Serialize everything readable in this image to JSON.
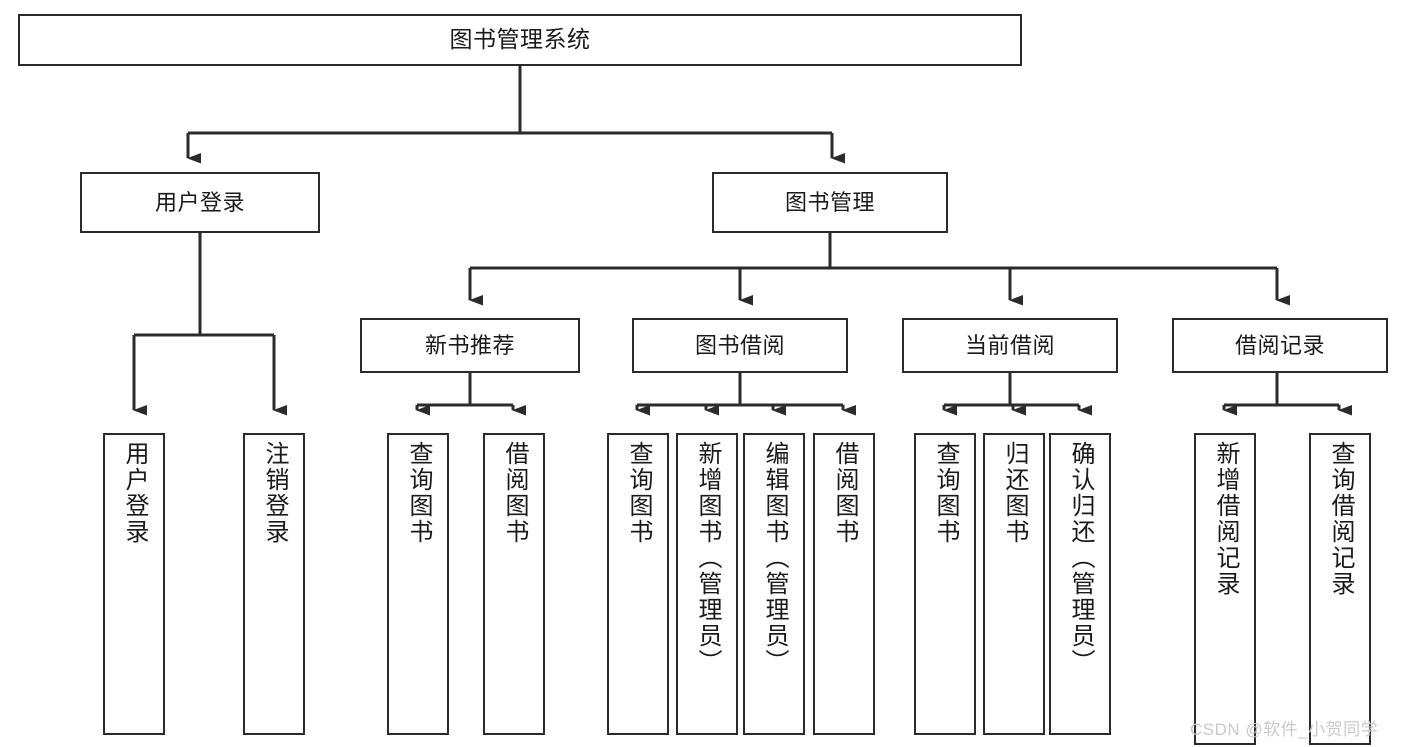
{
  "diagram": {
    "title": "图书管理系统",
    "type": "tree-hierarchy-diagram",
    "colors": {
      "stroke": "#2b2b2b",
      "fill": "#ffffff",
      "text": "#1a1a1a",
      "watermark": "#c9c9c9"
    },
    "nodes": {
      "root": {
        "label": "图书管理系统"
      },
      "level2": [
        {
          "label": "用户登录"
        },
        {
          "label": "图书管理"
        }
      ],
      "level3": [
        {
          "label": "新书推荐"
        },
        {
          "label": "图书借阅"
        },
        {
          "label": "当前借阅"
        },
        {
          "label": "借阅记录"
        }
      ],
      "leaves": {
        "user_login": [
          {
            "label": "用户登录"
          },
          {
            "label": "注销登录"
          }
        ],
        "new_book_recommend": [
          {
            "label": "查询图书"
          },
          {
            "label": "借阅图书"
          }
        ],
        "book_borrow": [
          {
            "label": "查询图书"
          },
          {
            "label": "新增图书（管理员）"
          },
          {
            "label": "编辑图书（管理员）"
          },
          {
            "label": "借阅图书"
          }
        ],
        "current_borrow": [
          {
            "label": "查询图书"
          },
          {
            "label": "归还图书"
          },
          {
            "label": "确认归还（管理员）"
          }
        ],
        "borrow_record": [
          {
            "label": "新增借阅记录"
          },
          {
            "label": "查询借阅记录"
          }
        ]
      }
    },
    "watermark": "CSDN @软件_小贺同学"
  }
}
